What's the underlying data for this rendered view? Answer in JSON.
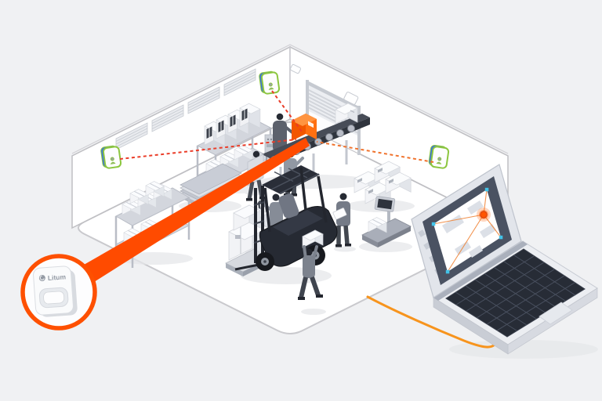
{
  "scene": {
    "colors": {
      "background": "#f0f1f3",
      "accent": "#fe5000",
      "tracking_line": "#ff4b00",
      "dashed_link": "#ea3c28",
      "dashed_link_alt": "#f0722c",
      "cable": "#f7941d",
      "anchor_green": "#8cc63f",
      "anchor_blue": "#3b6fe0",
      "map_marker": "#ff5500",
      "map_anchor_cyan": "#42c3e8"
    },
    "tag_callout": {
      "brand_label": "Litum"
    },
    "objects": [
      "warehouse-room",
      "wall-vents",
      "roll-up-door",
      "uwb-wall-anchor-left",
      "uwb-wall-anchor-corner",
      "uwb-wall-anchor-right",
      "conveyor-belt",
      "tracked-orange-box",
      "storage-rack-machines",
      "storage-rack-boxes",
      "sheet-stack",
      "forklift-with-pallet",
      "worker-hand-cart",
      "worker-carrying-panel",
      "worker-at-conveyor",
      "worker-behind-conveyor",
      "worker-with-clipboard",
      "weighing-scale",
      "machine-cluster",
      "worker-carrying-box",
      "laptop-with-tracking-map",
      "network-cable",
      "uwb-tag-callout",
      "tracking-link-line",
      "ranging-dashed-links"
    ]
  }
}
